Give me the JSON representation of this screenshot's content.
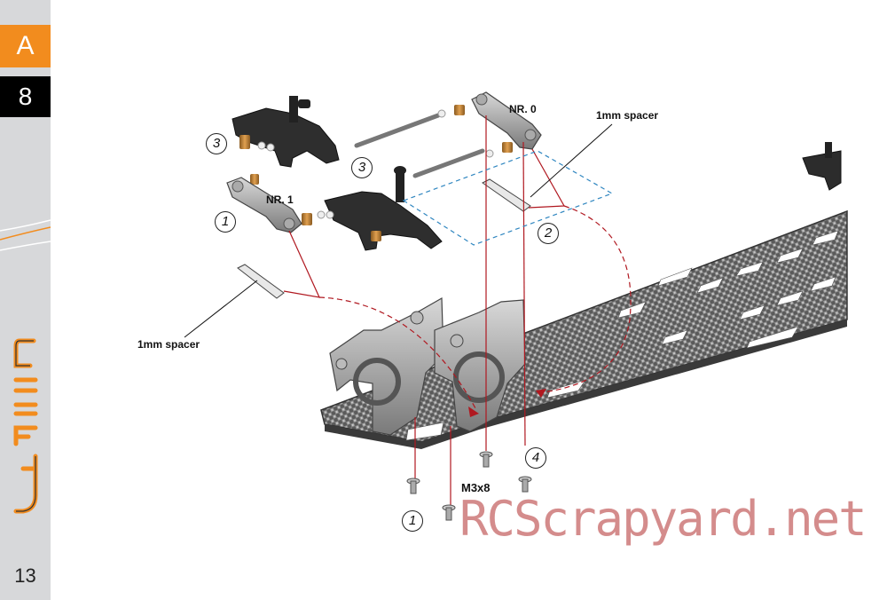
{
  "sidebar": {
    "section_letter": "A",
    "step_number": "8",
    "page_number": "13",
    "brand_logo": "swift-vertical-logo"
  },
  "labels": {
    "nr0": "NR. 0",
    "nr1": "NR. 1",
    "spacer_top": "1mm spacer",
    "spacer_left": "1mm spacer",
    "screw": "M3x8"
  },
  "callouts": {
    "c3a": "3",
    "c3b": "3",
    "c1a": "1",
    "c2": "2",
    "c4": "4",
    "c1b": "1"
  },
  "watermark": "RCScrapyard.net",
  "colors": {
    "orange": "#f28c1e",
    "sidebar_gray": "#d7d8da",
    "guide_red": "#b01820",
    "guide_blue": "#2f86c0"
  }
}
